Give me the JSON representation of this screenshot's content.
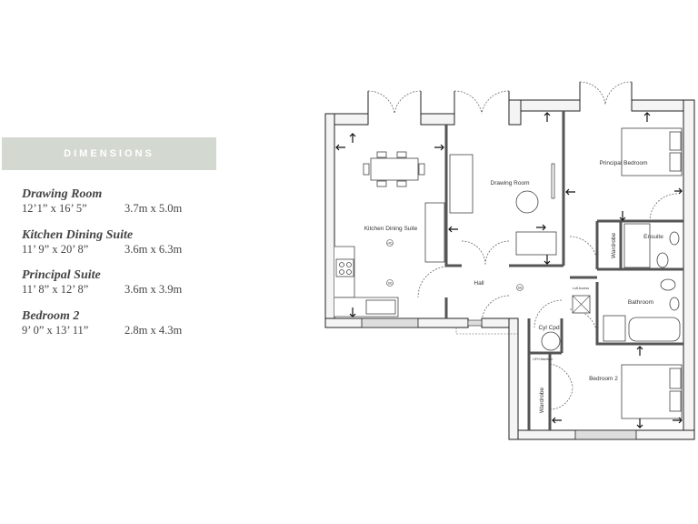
{
  "dimensions": {
    "header": "DIMENSIONS",
    "rooms": [
      {
        "name": "Drawing Room",
        "imperial": "12’1” x 16’ 5”",
        "metric": "3.7m x 5.0m"
      },
      {
        "name": "Kitchen Dining Suite",
        "imperial": "11’ 9” x 20’ 8”",
        "metric": "3.6m x 6.3m"
      },
      {
        "name": "Principal Suite",
        "imperial": "11’ 8” x 12’ 8”",
        "metric": "3.6m x 3.9m"
      },
      {
        "name": "Bedroom 2",
        "imperial": "9’ 0” x 13’ 11”",
        "metric": "2.8m x 4.3m"
      }
    ]
  },
  "floorplan": {
    "labels": {
      "kitchen": "Kitchen Dining Suite",
      "drawing": "Drawing Room",
      "principal": "Principal Bedroom",
      "ensuite": "Ensuite",
      "wardrobe1": "Wardrobe",
      "hall": "Hall",
      "bathroom": "Bathroom",
      "cyl": "Cyl Cpd",
      "bedroom2": "Bedroom 2",
      "wardrobe2": "Wardrobe",
      "loft": "Loft Access",
      "ufh": "UFH Manifold",
      "sd": "SD",
      "hd": "HD"
    }
  }
}
